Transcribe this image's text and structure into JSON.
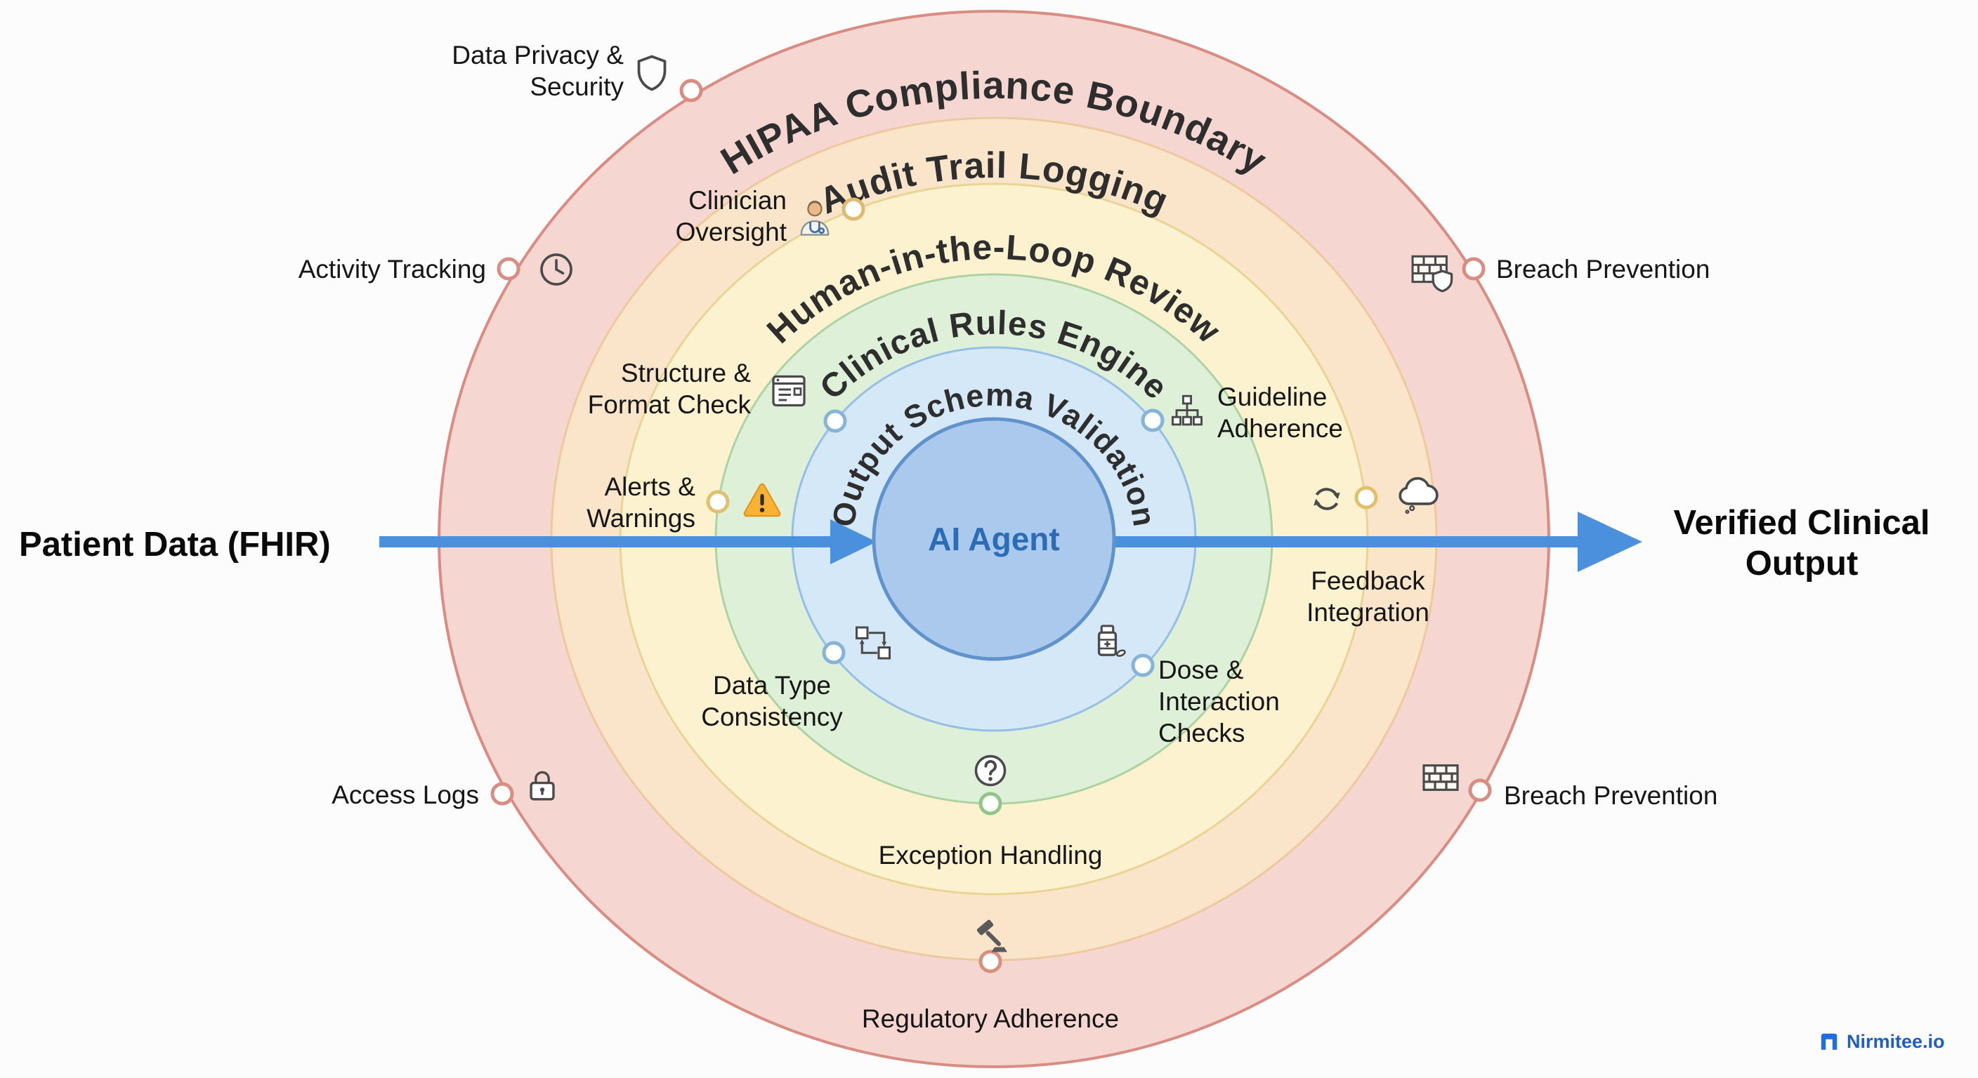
{
  "flow": {
    "input_label": "Patient Data (FHIR)",
    "output_line1": "Verified Clinical",
    "output_line2": "Output",
    "arrow_color": "#4a90dd"
  },
  "center": {
    "label": "AI Agent",
    "fill": "#abc9ec",
    "stroke": "#6093cb",
    "text_color": "#2a6cb5"
  },
  "rings": [
    {
      "label": "HIPAA Compliance Boundary",
      "fill": "#f6d6d0",
      "stroke": "#d98c82"
    },
    {
      "label": "Audit Trail Logging",
      "fill": "#fae5ca",
      "stroke": "#edc99e"
    },
    {
      "label": "Human-in-the-Loop Review",
      "fill": "#fcf2cf",
      "stroke": "#e8d596"
    },
    {
      "label": "Clinical Rules Engine",
      "fill": "#def0d7",
      "stroke": "#aed3a3"
    },
    {
      "label": "Output Schema Validation",
      "fill": "#d5e8f8",
      "stroke": "#96bfe7"
    }
  ],
  "nodes": {
    "data_privacy": {
      "line1": "Data Privacy &",
      "line2": "Security",
      "icon": "shield",
      "color": "#d98c82"
    },
    "activity": {
      "line1": "Activity Tracking",
      "icon": "clock",
      "color": "#d98c82"
    },
    "clinician": {
      "line1": "Clinician",
      "line2": "Oversight",
      "icon": "clinician",
      "color": "#e0b96e"
    },
    "structure": {
      "line1": "Structure &",
      "line2": "Format Check",
      "icon": "form-window",
      "color": "#85b4d8"
    },
    "alerts": {
      "line1": "Alerts &",
      "line2": "Warnings",
      "icon": "warning-triangle",
      "color": "#e0c06a"
    },
    "breach_top": {
      "line1": "Breach Prevention",
      "icon": "brick-wall-shield",
      "color": "#d98c82"
    },
    "guideline": {
      "line1": "Guideline",
      "line2": "Adherence",
      "icon": "flowchart",
      "color": "#85b4d8"
    },
    "feedback": {
      "line1": "Feedback",
      "line2": "Integration",
      "icon": "refresh-cycle",
      "icon2": "thought-cloud",
      "color": "#e0c06a"
    },
    "datatype": {
      "line1": "Data Type",
      "line2": "Consistency",
      "icon": "data-flow",
      "color": "#85b4d8"
    },
    "dose": {
      "line1": "Dose &",
      "line2": "Interaction",
      "line3": "Checks",
      "icon": "pill-bottle",
      "color": "#85b4d8"
    },
    "exception": {
      "line1": "Exception Handling",
      "icon": "question-circle",
      "color": "#93c487"
    },
    "access": {
      "line1": "Access Logs",
      "icon": "padlock",
      "color": "#d98c82"
    },
    "regulatory": {
      "line1": "Regulatory Adherence",
      "icon": "gavel",
      "color": "#d9907a"
    },
    "breach_bottom": {
      "line1": "Breach Prevention",
      "icon": "brick-wall",
      "color": "#d98c82"
    }
  },
  "logo": {
    "text": "Nirmitee.io",
    "color": "#1d5fc4"
  }
}
